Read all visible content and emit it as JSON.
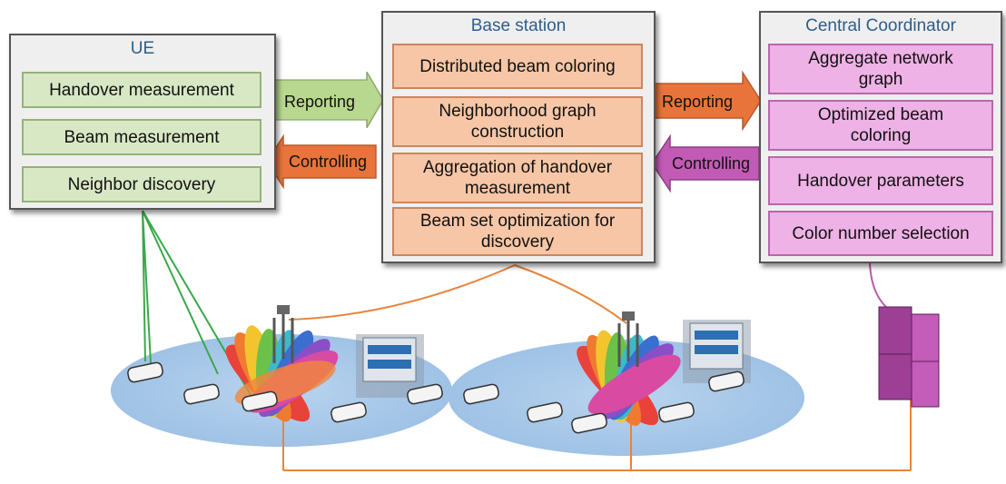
{
  "ue": {
    "title": "UE",
    "items": [
      "Handover measurement",
      "Beam measurement",
      "Neighbor discovery"
    ]
  },
  "base_station": {
    "title": "Base station",
    "items": [
      "Distributed beam coloring",
      "Neighborhood graph construction",
      "Aggregation of handover measurement",
      "Beam set optimization for discovery"
    ]
  },
  "central_coordinator": {
    "title": "Central Coordinator",
    "items": [
      "Aggregate network graph",
      "Optimized beam coloring",
      "Handover parameters",
      "Color number selection"
    ]
  },
  "arrows": {
    "ue_reporting": "Reporting",
    "ue_controlling": "Controlling",
    "cc_reporting": "Reporting",
    "cc_controlling": "Controlling"
  },
  "colors": {
    "ue_green": "#d8e8c4",
    "bs_orange": "#f7c6a6",
    "cc_magenta": "#eeb2e6",
    "reporting_green_arrow": "#b9d88f",
    "controlling_orange_arrow": "#e8743b",
    "reporting_orange_arrow": "#e8743b",
    "controlling_magenta_arrow": "#c25bb5",
    "cell_blue": "#a9c9e8",
    "backhaul_orange": "#e8843b"
  }
}
